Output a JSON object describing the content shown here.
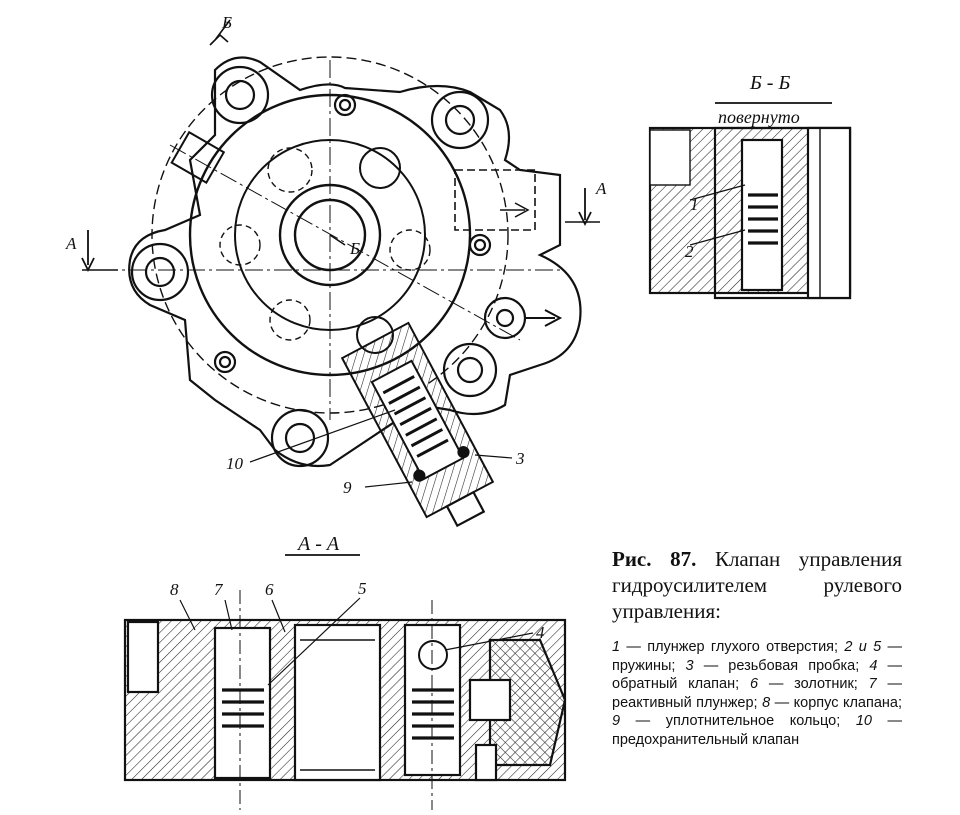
{
  "figure": {
    "number": "Рис. 87.",
    "title": "Клапан управления гидроусилителем рулевого управления:",
    "legend": [
      {
        "num": "1",
        "text": "— плунжер глухого отверстия;"
      },
      {
        "num": "2 и 5",
        "text": "— пружины;"
      },
      {
        "num": "3",
        "text": "— резьбовая пробка;"
      },
      {
        "num": "4",
        "text": "— обратный клапан;"
      },
      {
        "num": "6",
        "text": "— золотник;"
      },
      {
        "num": "7",
        "text": "— реактивный плунжер;"
      },
      {
        "num": "8",
        "text": "— корпус клапана;"
      },
      {
        "num": "9",
        "text": "— уплотнительное кольцо;"
      },
      {
        "num": "10",
        "text": "— предохранительный клапан"
      }
    ]
  },
  "sections": {
    "bb_title": "Б - Б",
    "bb_sub": "повернуто",
    "aa_title": "А - А"
  },
  "marks": {
    "b_top": "Б",
    "a_left": "А",
    "a_right": "А",
    "b_center": "Б"
  },
  "callouts": {
    "c1": "1",
    "c2": "2",
    "c3": "3",
    "c4": "4",
    "c5": "5",
    "c6": "6",
    "c7": "7",
    "c8": "8",
    "c9": "9",
    "c10": "10"
  }
}
